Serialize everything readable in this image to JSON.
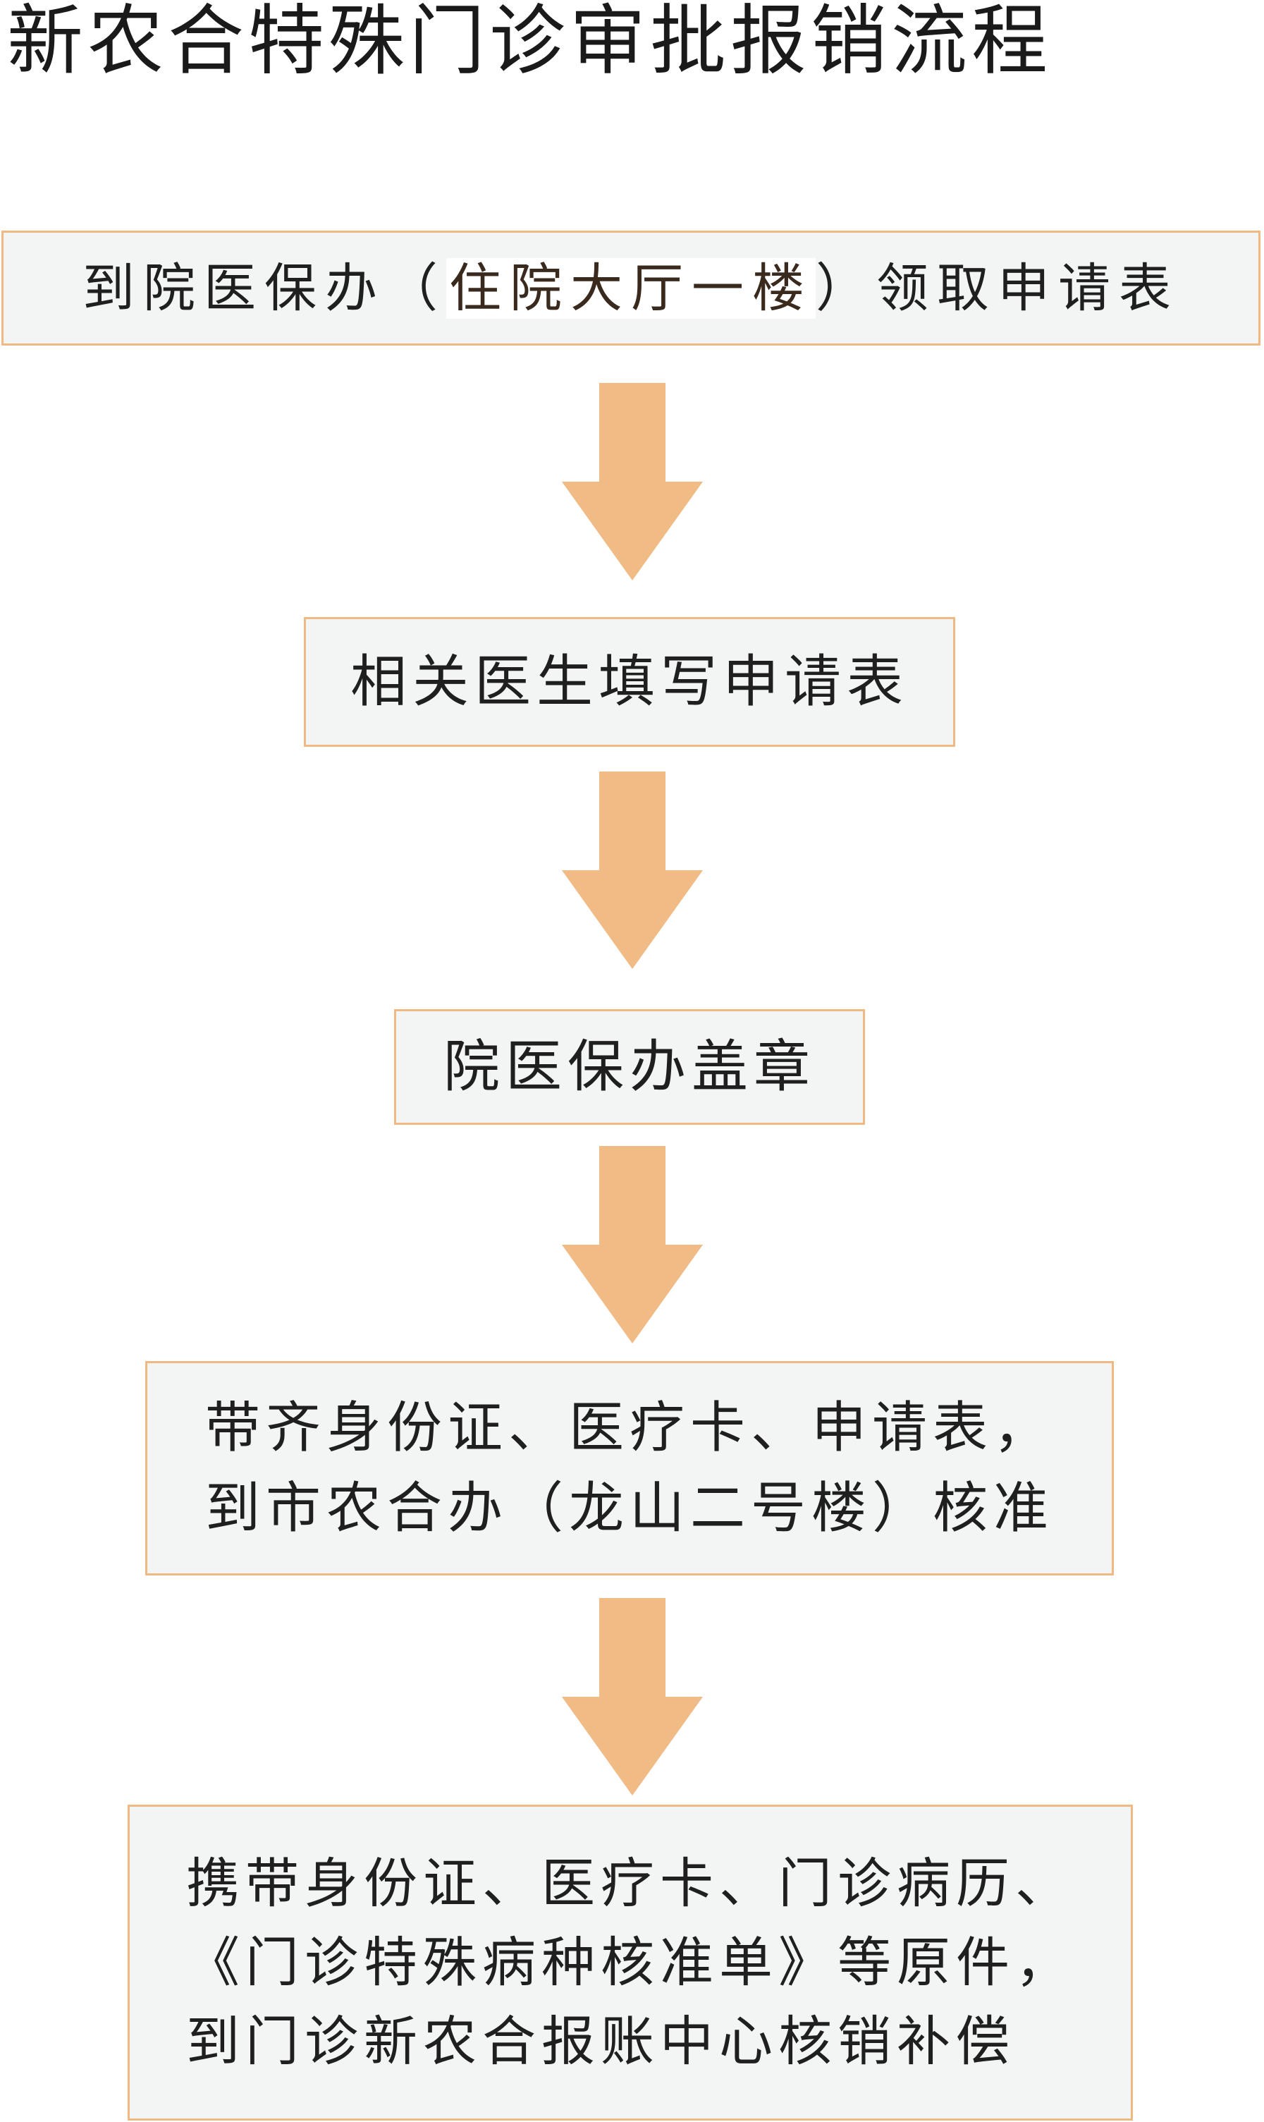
{
  "title": "新农合特殊门诊审批报销流程",
  "colors": {
    "arrow": "#f0bb85",
    "box_border": "#f0b983",
    "box_fill": "#f2f5f4"
  },
  "steps": [
    {
      "pre": "到院医保办（",
      "highlight": "住院大厅一楼",
      "post": "）领取申请表"
    },
    {
      "lines": [
        "相关医生填写申请表"
      ]
    },
    {
      "lines": [
        "院医保办盖章"
      ]
    },
    {
      "lines": [
        "带齐身份证、医疗卡、申请表，",
        "到市农合办（龙山二号楼）核准"
      ]
    },
    {
      "lines": [
        "携带身份证、医疗卡、门诊病历、",
        "《门诊特殊病种核准单》等原件，",
        "到门诊新农合报账中心核销补偿"
      ]
    }
  ]
}
